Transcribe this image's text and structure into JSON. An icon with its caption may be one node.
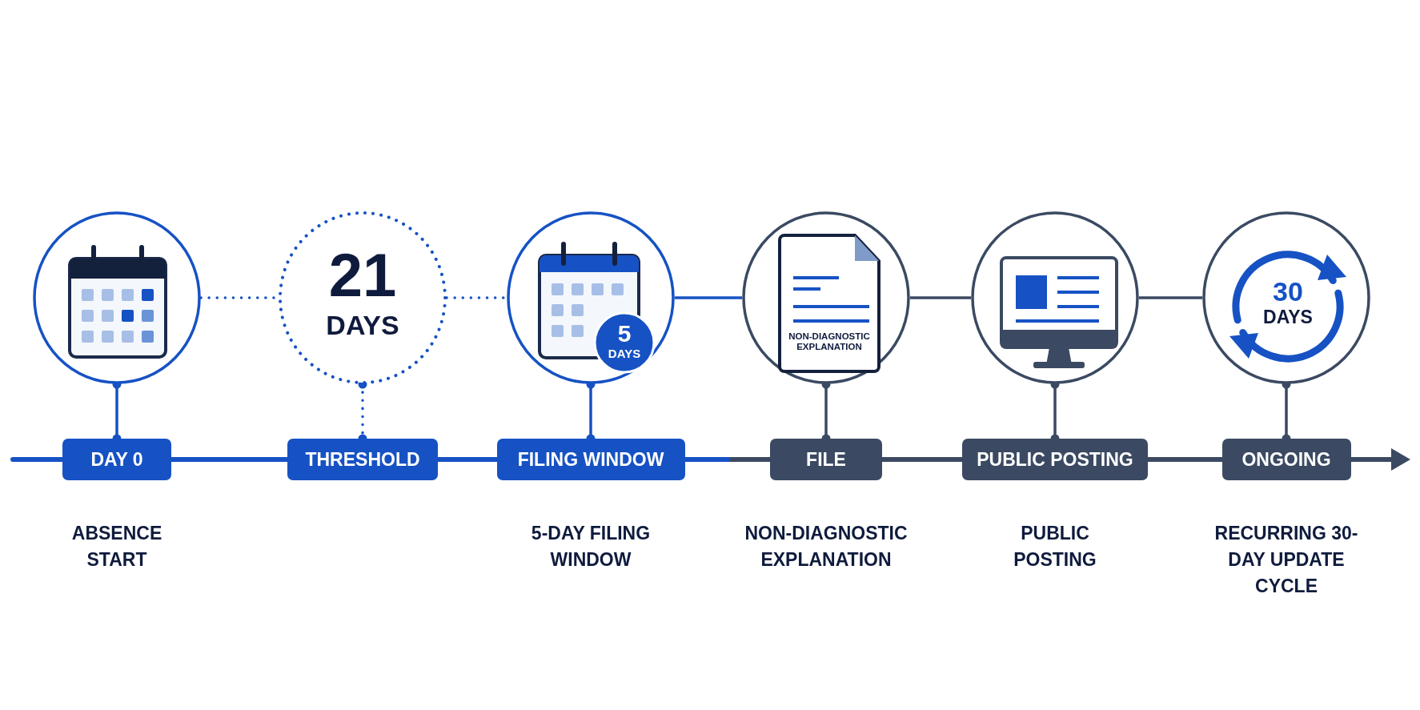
{
  "diagram": {
    "nodes": [
      {
        "text": [],
        "shape": "circle"
      },
      {
        "text": [
          "21",
          "DAYS"
        ]
      },
      {
        "text": [
          "5",
          "DAYS"
        ]
      },
      {
        "text": [
          "NON-DIAGNOSTIC EXPLANATION"
        ]
      },
      {
        "text": [],
        "shape": "circle"
      },
      {
        "text": [
          "30",
          "DAYS"
        ]
      },
      {
        "text": [
          "DAY 0"
        ],
        "beside": [
          "ABSENCE START"
        ]
      },
      {
        "text": [
          "THRESHOLD"
        ]
      },
      {
        "text": [
          "FILING WINDOW"
        ],
        "beside": [
          "5-DAY FILING WINDOW"
        ]
      },
      {
        "text": [
          "FILE"
        ],
        "beside": [
          "NON-DIAGNOSTIC EXPLANATION"
        ]
      },
      {
        "text": [
          "PUBLIC POSTING"
        ],
        "beside": [
          "PUBLIC POSTING"
        ]
      },
      {
        "text": [
          "ONGOING"
        ],
        "beside": [
          "RECURRING 30-DAY UPDATE CYCLE"
        ]
      }
    ],
    "edges": [
      {
        "from": 0,
        "to": 1,
        "arrow": "none",
        "style": "dashed"
      },
      {
        "from": 1,
        "to": 2,
        "arrow": "none",
        "style": "dashed"
      },
      {
        "from": 2,
        "to": 3,
        "arrow": "none"
      },
      {
        "from": 3,
        "to": 4,
        "arrow": "none",
        "color": "#3b4a62"
      },
      {
        "from": 4,
        "to": 5,
        "arrow": "none",
        "color": "#3b4a62"
      },
      {
        "from": 0,
        "to": 6,
        "arrow": "other"
      },
      {
        "from": 1,
        "to": 7,
        "arrow": "other",
        "style": "dashed"
      },
      {
        "from": 2,
        "to": 8,
        "arrow": "other"
      },
      {
        "from": 3,
        "to": 9,
        "arrow": "other",
        "color": "#3b4a62"
      },
      {
        "from": 4,
        "to": 10,
        "arrow": "other",
        "color": "#3b4a62"
      },
      {
        "from": 5,
        "to": 11,
        "arrow": "other",
        "color": "#3b4a62"
      }
    ]
  }
}
